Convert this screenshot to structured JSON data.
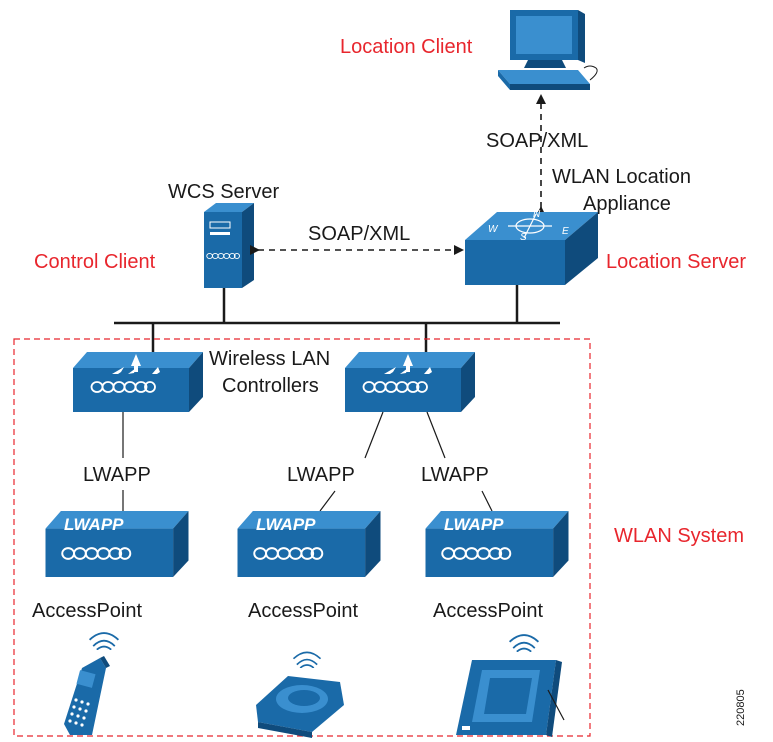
{
  "labels": {
    "location_client": "Location Client",
    "soap_xml_top": "SOAP/XML",
    "wlan_location_line1": "WLAN Location",
    "wlan_location_line2": "Appliance",
    "wcs_server": "WCS Server",
    "soap_xml_middle": "SOAP/XML",
    "control_client": "Control Client",
    "location_server": "Location Server",
    "wireless_lan_line1": "Wireless LAN",
    "wireless_lan_line2": "Controllers",
    "lwapp_left": "LWAPP",
    "lwapp_mid": "LWAPP",
    "lwapp_right": "LWAPP",
    "wlan_system": "WLAN System",
    "ap_left": "AccessPoint",
    "ap_mid": "AccessPoint",
    "ap_right": "AccessPoint",
    "figure_id": "220805"
  },
  "device_faces": {
    "lwapp_text": "LWAPP",
    "compass_n": "N",
    "compass_s": "S",
    "compass_e": "E",
    "compass_w": "W"
  },
  "colors": {
    "device_blue": "#1a6aa8",
    "device_dark": "#0f4b7c",
    "device_light": "#3a8fcf",
    "red_label": "#e8262d",
    "red_border": "#e8262d",
    "line": "#1a1a1a"
  }
}
